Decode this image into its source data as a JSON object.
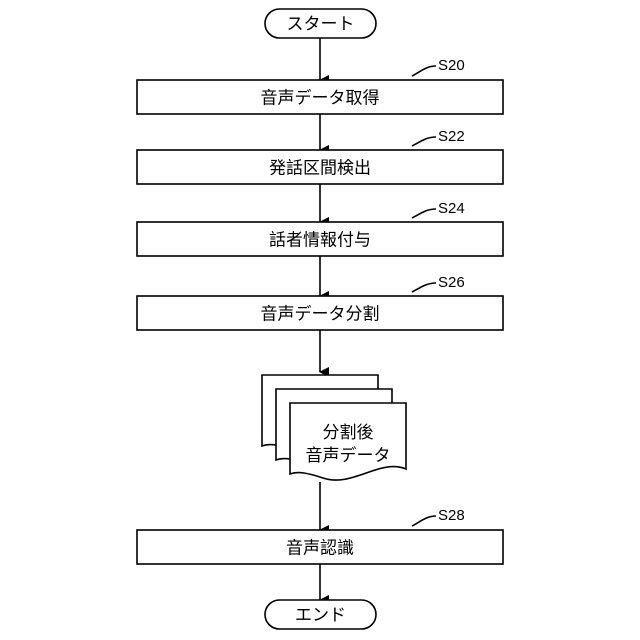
{
  "start": {
    "label": "スタート"
  },
  "steps": [
    {
      "id": "S20",
      "label": "音声データ取得"
    },
    {
      "id": "S22",
      "label": "発話区間検出"
    },
    {
      "id": "S24",
      "label": "話者情報付与"
    },
    {
      "id": "S26",
      "label": "音声データ分割"
    },
    {
      "id": "S28",
      "label": "音声認識"
    }
  ],
  "document": {
    "line1": "分割後",
    "line2": "音声データ"
  },
  "end": {
    "label": "エンド"
  }
}
